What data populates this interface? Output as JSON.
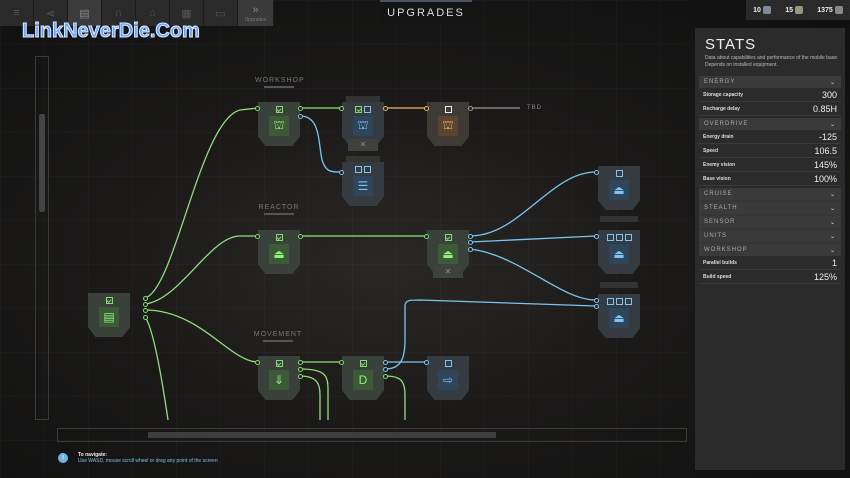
{
  "top_tabs": [
    {
      "icon": "list-icon",
      "glyph": "≡"
    },
    {
      "icon": "share-icon",
      "glyph": "⋖"
    },
    {
      "icon": "vehicle-icon",
      "glyph": "▤",
      "active": true
    },
    {
      "icon": "gate-icon",
      "glyph": "∩"
    },
    {
      "icon": "home-icon",
      "glyph": "⌂"
    },
    {
      "icon": "grid-icon",
      "glyph": "▦"
    },
    {
      "icon": "crate-icon",
      "glyph": "▭"
    },
    {
      "icon": "upgrades-icon",
      "glyph": "»",
      "label": "Upgrades"
    }
  ],
  "page_title": "UPGRADES",
  "watermark": "LinkNeverDie.Com",
  "resources": [
    {
      "value": "10",
      "icon": "gear-resource-icon"
    },
    {
      "value": "15",
      "icon": "chip-resource-icon"
    },
    {
      "value": "1375",
      "icon": "scrap-resource-icon"
    }
  ],
  "tree": {
    "sections": {
      "workshop": "WORKSHOP",
      "reactor": "REACTOR",
      "movement": "MOVEMENT"
    },
    "tbd": "TBD",
    "remove_glyph": "✕"
  },
  "hint": {
    "title": "To navigate:",
    "text": "Use WASD, mouse scroll wheel or drag any point of the screen",
    "icon": "i"
  },
  "stats": {
    "title": "STATS",
    "description": "Data about capabilities and performance of the mobile base. Depends on installed equipment.",
    "energy": {
      "label": "ENERGY",
      "rows": [
        {
          "k": "Storage capacity",
          "v": "300"
        },
        {
          "k": "Recharge delay",
          "v": "0.85H"
        }
      ]
    },
    "overdrive": {
      "label": "OVERDRIVE",
      "rows": [
        {
          "k": "Energy drain",
          "v": "-125"
        },
        {
          "k": "Speed",
          "v": "106.5"
        },
        {
          "k": "Enemy vision",
          "v": "145%"
        },
        {
          "k": "Base vision",
          "v": "100%"
        }
      ]
    },
    "collapsed": [
      "CRUISE",
      "STEALTH",
      "SENSOR",
      "UNITS"
    ],
    "workshop": {
      "label": "WORKSHOP",
      "rows": [
        {
          "k": "Parallel builds",
          "v": "1"
        },
        {
          "k": "Build speed",
          "v": "125%"
        }
      ]
    },
    "chevron": "⌄"
  }
}
